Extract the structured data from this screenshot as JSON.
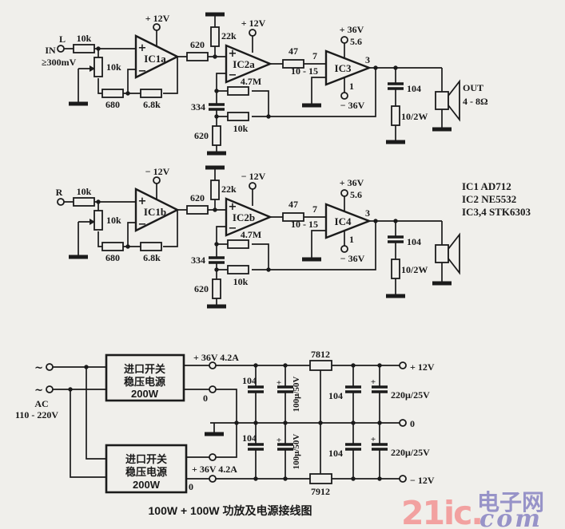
{
  "title": {
    "caption": "100W + 100W 功放及电源接线图"
  },
  "logo": {
    "brand": "21ic.",
    "domain_cn": "电子网",
    "domain_suffix": "com",
    "brand_color": "#f2a1a0",
    "accent_color": "#9793c8"
  },
  "parts_list": {
    "ic1": "IC1 AD712",
    "ic2": "IC2 NE5532",
    "ic34": "IC3,4  STK6303"
  },
  "marks": {
    "plus": "+",
    "minus": "−",
    "tilde": "~"
  },
  "ch1": {
    "channel": "L",
    "input": "IN",
    "input_level": "≥300mV",
    "r_series": "10k",
    "pot": "10k",
    "r_gain1": "680",
    "r_gain2": "6.8k",
    "opamp1": "IC1a",
    "opamp1_supply": "+ 12V",
    "r_coupling": "620",
    "r_pullup": "22k",
    "opamp2": "IC2a",
    "opamp2_supply": "+ 12V",
    "r_fb_big": "4.7M",
    "c_fb": "334",
    "r_fb": "10k",
    "r_fb_gnd": "620",
    "r_drive": "47",
    "pin_in": "7",
    "pins_gnd": "10 - 15",
    "power_ic": "IC3",
    "v_pos": "+ 36V",
    "pin_vpos": "5.6",
    "pin_vneg": "1",
    "v_neg": "− 36V",
    "pin_out": "3",
    "c_zobel": "104",
    "r_zobel": "10/2W",
    "out_label": "OUT",
    "load": "4 - 8Ω"
  },
  "ch2": {
    "channel": "R",
    "r_series": "10k",
    "pot": "10k",
    "r_gain1": "680",
    "r_gain2": "6.8k",
    "opamp1": "IC1b",
    "opamp1_supply": "− 12V",
    "r_coupling": "620",
    "r_pullup": "22k",
    "opamp2": "IC2b",
    "opamp2_supply": "− 12V",
    "r_fb_big": "4.7M",
    "c_fb": "334",
    "r_fb": "10k",
    "r_fb_gnd": "620",
    "r_drive": "47",
    "pin_in": "7",
    "pins_gnd": "10 - 15",
    "power_ic": "IC4",
    "v_pos": "+ 36V",
    "pin_vpos": "5.6",
    "pin_vneg": "1",
    "v_neg": "− 36V",
    "pin_out": "3",
    "c_zobel": "104",
    "r_zobel": "10/2W"
  },
  "psu": {
    "ac_label": "AC",
    "ac_range": "110 - 220V",
    "box1": [
      "进口开关",
      "稳压电源",
      "200W"
    ],
    "box2": [
      "进口开关",
      "稳压电源",
      "200W"
    ],
    "out1_pos": "+ 36V 4.2A",
    "out1_zero": "0",
    "out2_pos": "+ 36V 4.2A",
    "out2_zero": "0",
    "c_top_film": "104",
    "c_top_el": "100μ/50V",
    "c_bot_film": "104",
    "c_bot_el": "100μ/50V",
    "reg_pos": "7812",
    "reg_neg": "7912",
    "c_out_top_film": "104",
    "c_out_top_el": "220μ/25V",
    "c_out_bot_film": "104",
    "c_out_bot_el": "220μ/25V",
    "rail_pos": "+ 12V",
    "rail_zero": "0",
    "rail_neg": "− 12V"
  }
}
